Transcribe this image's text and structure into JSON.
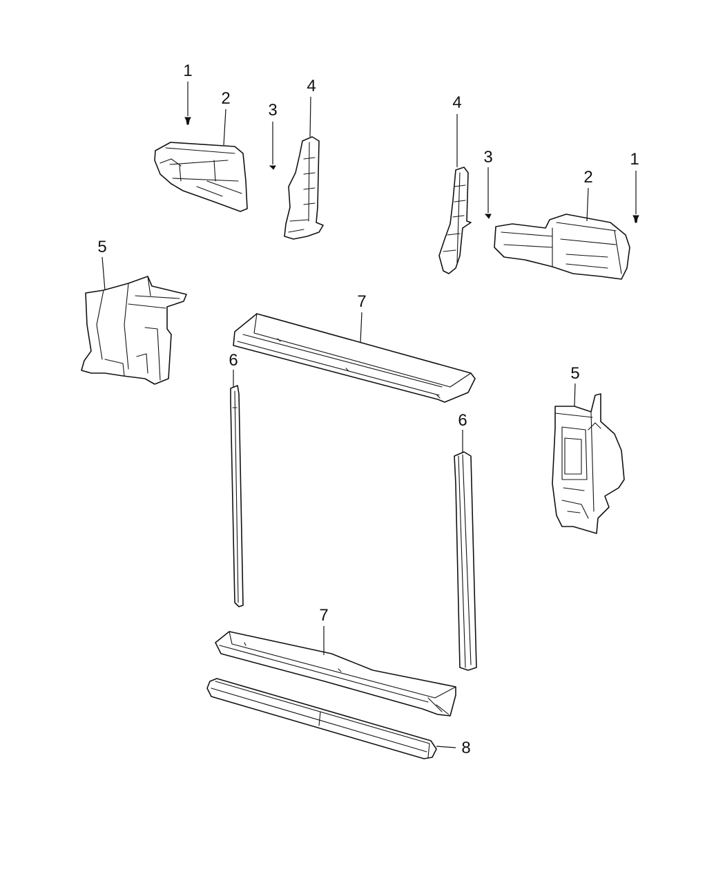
{
  "callouts": {
    "c1_left": "1",
    "c2_left": "2",
    "c3_left": "3",
    "c4_left": "4",
    "c4_right": "4",
    "c3_right": "3",
    "c2_right": "2",
    "c1_right": "1",
    "c5_left": "5",
    "c7_top": "7",
    "c6_left": "6",
    "c5_right": "5",
    "c6_right": "6",
    "c7_bottom": "7",
    "c8": "8"
  },
  "colors": {
    "line": "#111111",
    "background": "#ffffff"
  }
}
